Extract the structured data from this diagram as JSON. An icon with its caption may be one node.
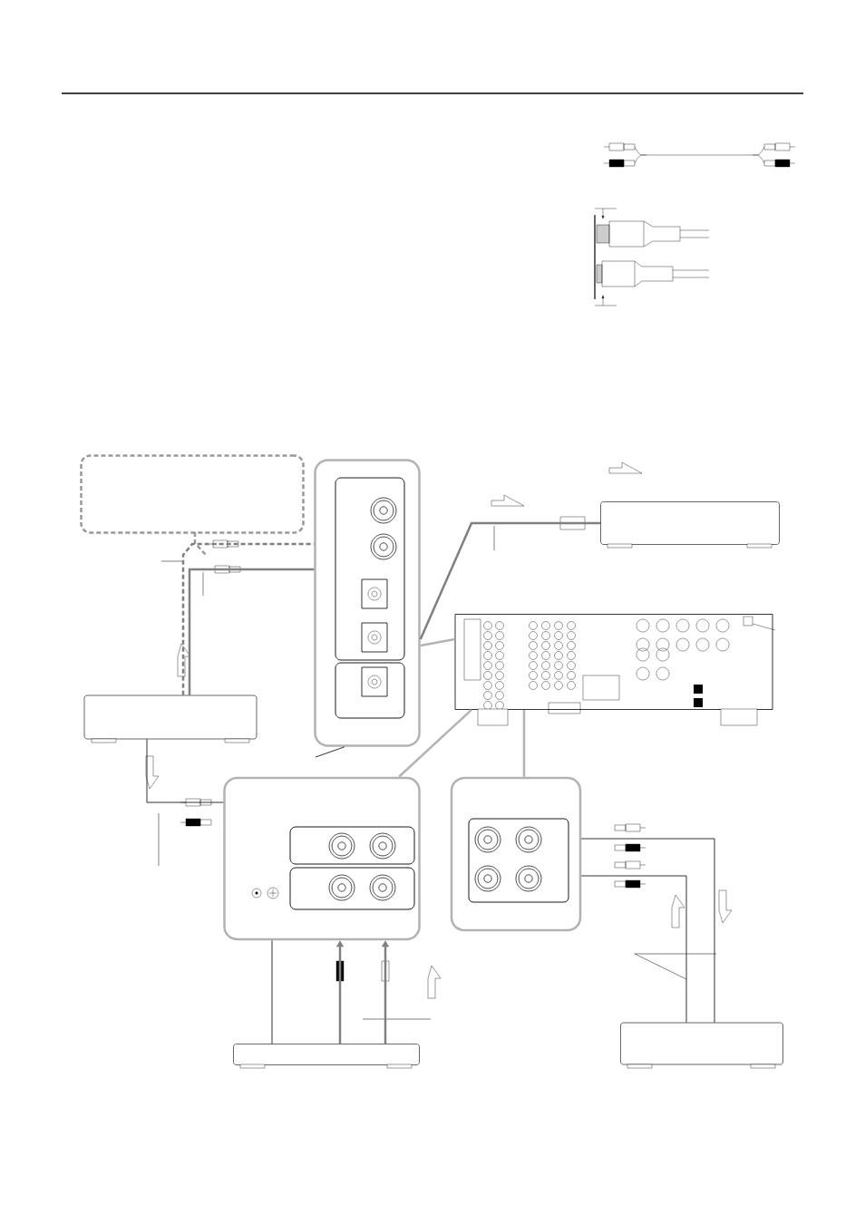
{
  "diagram": {
    "nodes": [
      {
        "text": [],
        "shape": "box"
      },
      {
        "text": [],
        "shape": "box"
      },
      {
        "text": [],
        "shape": "box"
      },
      {
        "text": [],
        "shape": "box"
      },
      {
        "text": [],
        "shape": "box"
      },
      {
        "text": [],
        "shape": "box"
      },
      {
        "text": [],
        "shape": "box"
      },
      {
        "text": [],
        "shape": "box"
      },
      {
        "text": [],
        "shape": "box"
      }
    ],
    "edges": [
      {
        "from": 1,
        "to": 2,
        "arrow": "none",
        "style": "dashed"
      },
      {
        "from": 1,
        "to": 2,
        "arrow": "none"
      },
      {
        "from": 3,
        "to": 2,
        "arrow": "none"
      },
      {
        "from": 1,
        "to": 5,
        "arrow": "none",
        "color": "#000000"
      },
      {
        "from": 7,
        "to": 5,
        "arrow": "to"
      },
      {
        "from": 7,
        "to": 5,
        "arrow": "to"
      },
      {
        "from": 7,
        "to": 5,
        "arrow": "none",
        "color": "#000000"
      },
      {
        "from": 8,
        "to": 6,
        "arrow": "none",
        "color": "#000000"
      },
      {
        "from": 8,
        "to": 6,
        "arrow": "none",
        "color": "#000000"
      },
      {
        "from": 4,
        "to": 2,
        "arrow": "none",
        "color": "#b3b3b3"
      },
      {
        "from": 4,
        "to": 5,
        "arrow": "none",
        "color": "#b3b3b3"
      },
      {
        "from": 4,
        "to": 6,
        "arrow": "none",
        "color": "#b3b3b3"
      },
      {
        "from": null,
        "to": 2,
        "arrow": "none",
        "color": "#000000"
      }
    ]
  }
}
